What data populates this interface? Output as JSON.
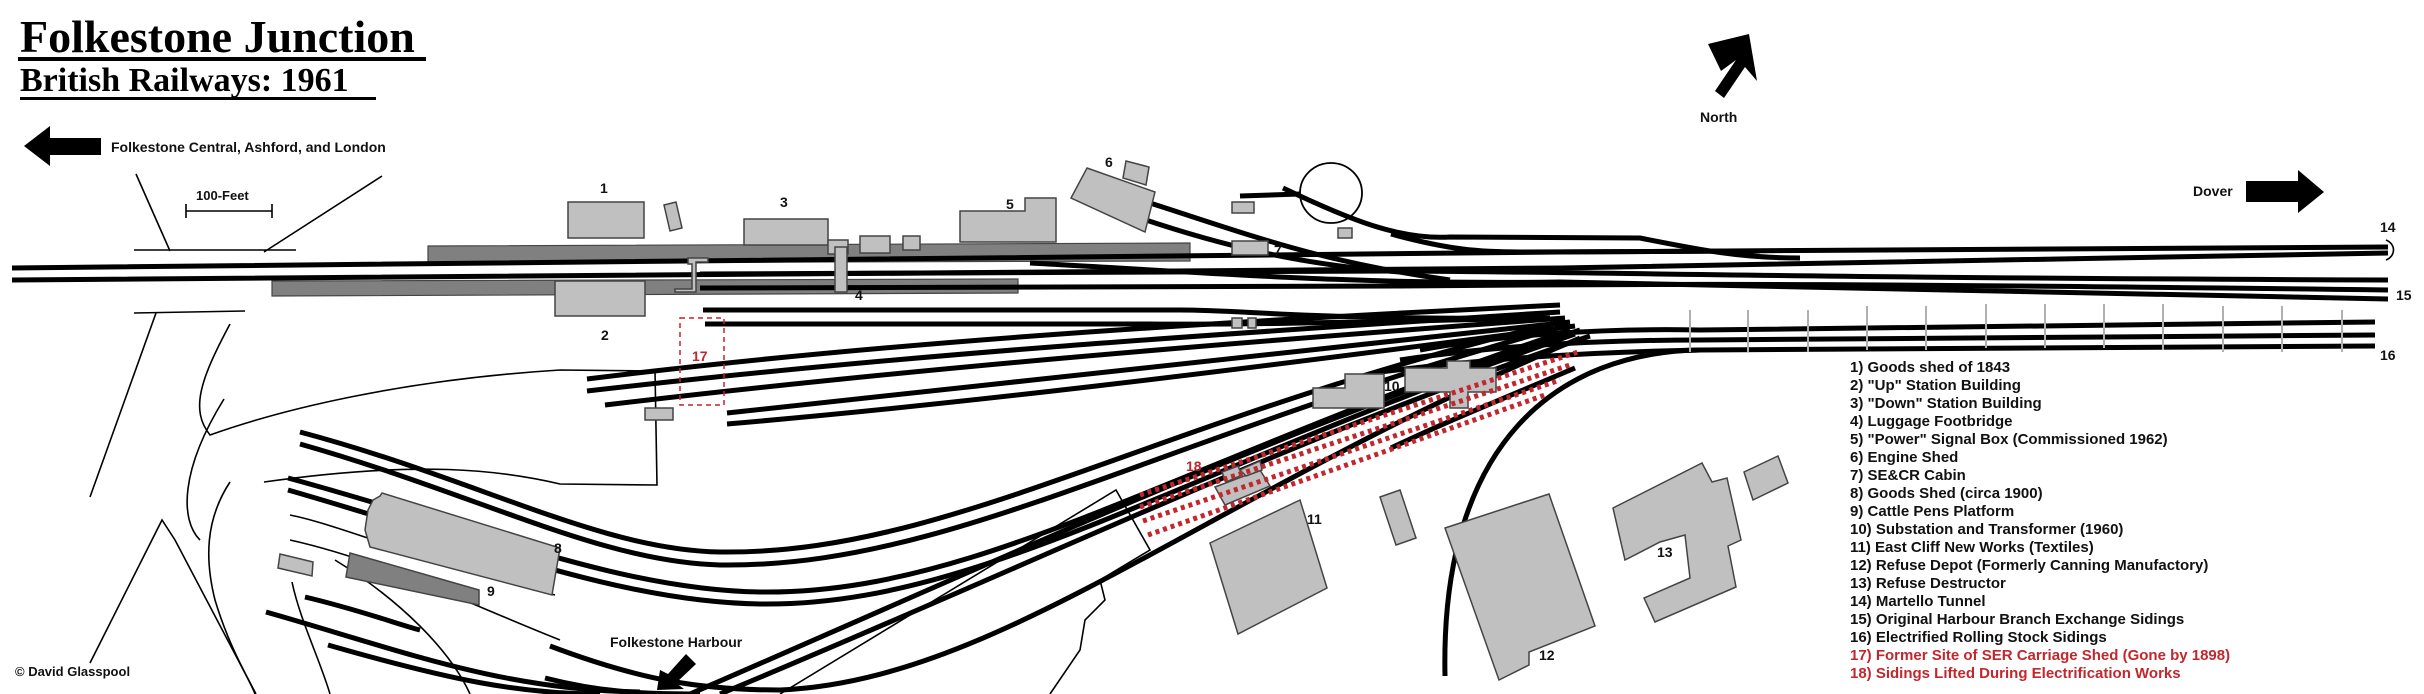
{
  "title": "Folkestone Junction",
  "subtitle": "British Railways: 1961",
  "directions": {
    "west": "Folkestone Central, Ashford, and London",
    "east": "Dover",
    "north": "North",
    "harbour": "Folkestone Harbour"
  },
  "scale_label": "100-Feet",
  "copyright": "© David Glasspool",
  "map_labels": {
    "l1": "1",
    "l2": "2",
    "l3": "3",
    "l4": "4",
    "l5": "5",
    "l6": "6",
    "l7": "7",
    "l8": "8",
    "l9": "9",
    "l10": "10",
    "l11": "11",
    "l12": "12",
    "l13": "13",
    "l14": "14",
    "l15": "15",
    "l16": "16",
    "l17": "17",
    "l18": "18"
  },
  "legend": {
    "items": [
      "1) Goods shed of 1843",
      "2) \"Up\" Station Building",
      "3) \"Down\" Station Building",
      "4) Luggage Footbridge",
      "5) \"Power\" Signal Box (Commissioned 1962)",
      "6) Engine Shed",
      "7) SE&CR Cabin",
      "8) Goods Shed (circa 1900)",
      "9) Cattle Pens Platform",
      "10) Substation and Transformer (1960)",
      "11) East Cliff New Works (Textiles)",
      "12) Refuse Depot (Formerly Canning Manufactory)",
      "13) Refuse Destructor",
      "14) Martello Tunnel",
      "15) Original Harbour Branch Exchange Sidings",
      "16) Electrified Rolling Stock Sidings",
      "17) Former Site of SER Carriage Shed (Gone by 1898)",
      "18) Sidings Lifted During Electrification Works"
    ]
  },
  "colors": {
    "building": "#c0c0c0",
    "platform": "#808080",
    "historic": "#c1272d"
  }
}
